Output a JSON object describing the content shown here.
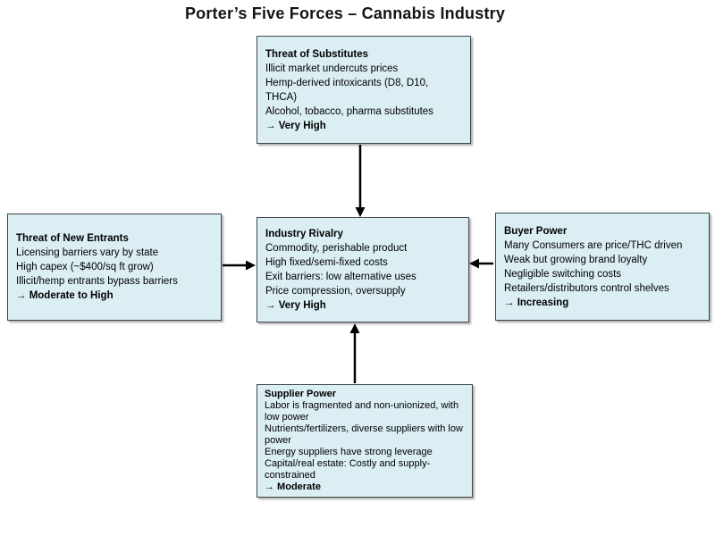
{
  "title": "Porter’s Five Forces – Cannabis Industry",
  "colors": {
    "box_fill": "#daeef3",
    "box_border": "#41484d",
    "arrow": "#000000",
    "background": "#ffffff",
    "text": "#000000"
  },
  "boxes": {
    "substitutes": {
      "title": "Threat of Substitutes",
      "lines": [
        "Illicit market undercuts prices",
        "Hemp-derived intoxicants (D8, D10, THCA)",
        "Alcohol, tobacco, pharma substitutes"
      ],
      "rating": "→ Very High"
    },
    "new_entrants": {
      "title": "Threat of New Entrants",
      "lines": [
        "Licensing barriers vary by state",
        "High capex (~$400/sq ft grow)",
        "Illicit/hemp entrants bypass barriers"
      ],
      "rating": "→ Moderate to High"
    },
    "rivalry": {
      "title": "Industry Rivalry",
      "lines": [
        "Commodity, perishable product",
        "High fixed/semi-fixed costs",
        "Exit barriers: low alternative uses",
        "Price compression, oversupply"
      ],
      "rating": "→ Very High"
    },
    "buyer": {
      "title": "Buyer Power",
      "lines": [
        "Many Consumers are price/THC driven",
        "Weak but growing brand loyalty",
        "Negligible switching costs",
        "Retailers/distributors control shelves"
      ],
      "rating": "→ Increasing"
    },
    "supplier": {
      "title": "Supplier Power",
      "lines": [
        "Labor is fragmented and non-unionized, with low power",
        "Nutrients/fertilizers, diverse suppliers with low power",
        "Energy suppliers have strong leverage",
        "Capital/real estate: Costly and supply-constrained"
      ],
      "rating": "→ Moderate"
    }
  },
  "arrows": [
    {
      "from": "Threat of Substitutes",
      "to": "Industry Rivalry",
      "direction": "down"
    },
    {
      "from": "Threat of New Entrants",
      "to": "Industry Rivalry",
      "direction": "right"
    },
    {
      "from": "Buyer Power",
      "to": "Industry Rivalry",
      "direction": "left"
    },
    {
      "from": "Supplier Power",
      "to": "Industry Rivalry",
      "direction": "up"
    }
  ]
}
